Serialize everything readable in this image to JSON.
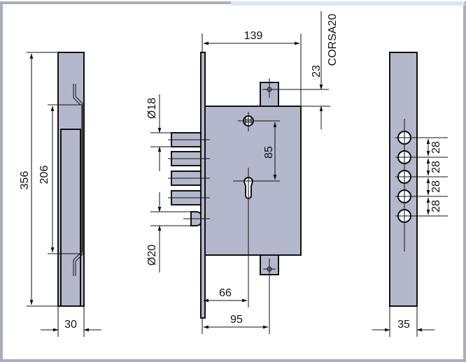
{
  "colors": {
    "part_fill": "#b3b8cc",
    "frame": "#a9adbd",
    "frame_accent": "#d9e7f5"
  },
  "left_view": {
    "height_total": "356",
    "hook_distance": "206",
    "width": "30"
  },
  "center_view": {
    "width_total": "139",
    "stroke_label": "CORSA20",
    "tab_offset": "23",
    "handle_to_key": "85",
    "bolt_diameter": "Ø18",
    "latch_diameter": "Ø20",
    "backset_key": "66",
    "backset_tab": "95"
  },
  "right_view": {
    "hole_spacing": [
      "28",
      "28",
      "28",
      "28"
    ],
    "width": "35"
  }
}
